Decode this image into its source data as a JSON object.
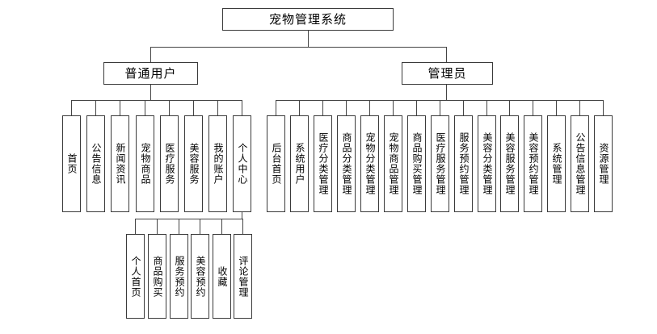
{
  "diagram": {
    "type": "tree",
    "title": "宠物管理系统",
    "root": {
      "label": "宠物管理系统"
    },
    "branches": [
      {
        "id": "user",
        "label": "普通用户",
        "children": [
          {
            "label": "首页"
          },
          {
            "label": "公告信息"
          },
          {
            "label": "新闻资讯"
          },
          {
            "label": "宠物商品"
          },
          {
            "label": "医疗服务"
          },
          {
            "label": "美容服务"
          },
          {
            "label": "我的账户"
          },
          {
            "label": "个人中心",
            "children": [
              {
                "label": "个人首页"
              },
              {
                "label": "商品购买"
              },
              {
                "label": "服务预约"
              },
              {
                "label": "美容预约"
              },
              {
                "label": "收藏"
              },
              {
                "label": "评论管理"
              }
            ]
          }
        ]
      },
      {
        "id": "admin",
        "label": "管理员",
        "children": [
          {
            "label": "后台首页"
          },
          {
            "label": "系统用户"
          },
          {
            "label": "医疗分类管理"
          },
          {
            "label": "商品分类管理"
          },
          {
            "label": "宠物分类管理"
          },
          {
            "label": "宠物商品管理"
          },
          {
            "label": "商品购买管理"
          },
          {
            "label": "医疗服务管理"
          },
          {
            "label": "服务预约管理"
          },
          {
            "label": "美容分类管理"
          },
          {
            "label": "美容服务管理"
          },
          {
            "label": "美容预约管理"
          },
          {
            "label": "系统管理"
          },
          {
            "label": "公告信息管理"
          },
          {
            "label": "资源管理"
          }
        ]
      }
    ],
    "colors": {
      "background": "#ffffff",
      "border": "#3a3a3a",
      "line": "#444444",
      "text": "#000000"
    }
  }
}
